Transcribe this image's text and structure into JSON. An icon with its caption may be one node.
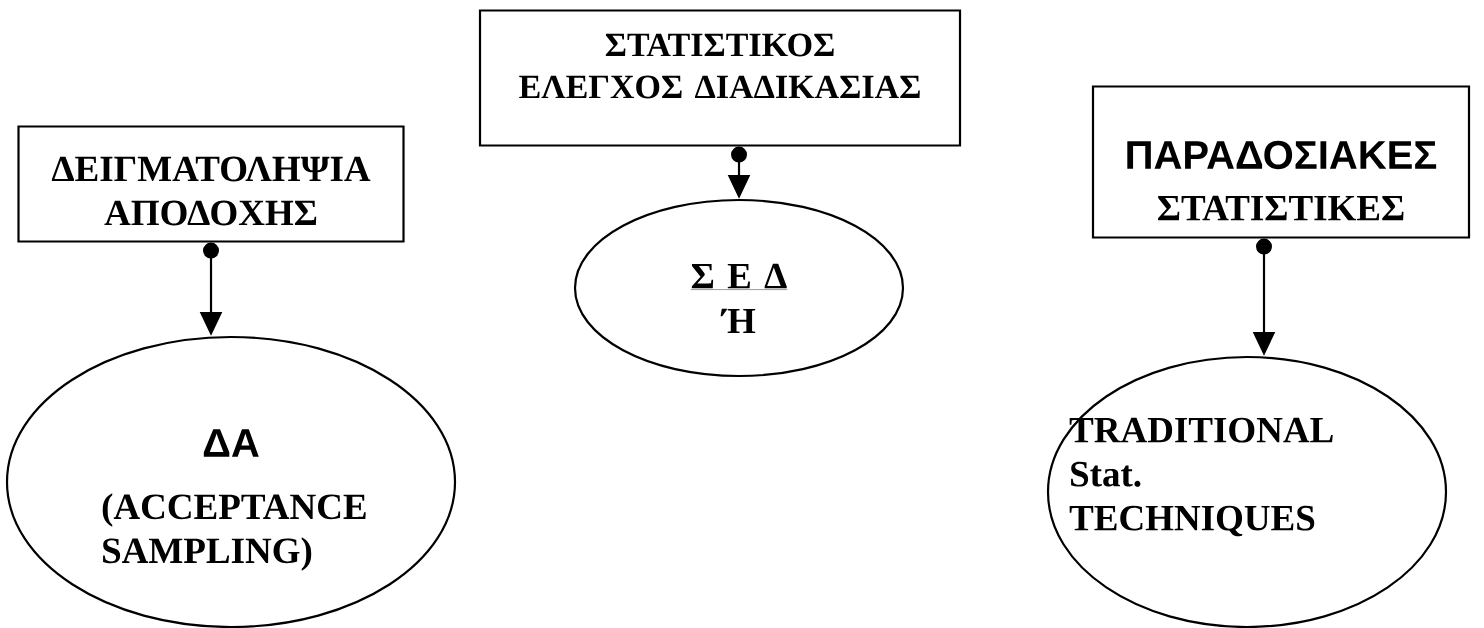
{
  "diagram": {
    "nodes": [
      {
        "text": [
          "ΔΕΙΓΜΑΤΟΛΗΨΙΑ ΑΠΟΔΟΧΗΣ"
        ]
      },
      {
        "text": [
          "ΔΑ",
          "(ACCEPTANCE SAMPLING)"
        ]
      },
      {
        "text": [
          "ΣΤΑΤΙΣΤΙΚΟΣ ΕΛΕΓΧΟΣ ΔΙΑΔΙΚΑΣΙΑΣ"
        ]
      },
      {
        "text": [
          "Σ Ε Δ",
          "Ή"
        ]
      },
      {
        "text": [
          "ΠΑΡΑΔΟΣΙΑΚΕΣ",
          "ΣΤΑΤΙΣΤΙΚΕΣ"
        ]
      },
      {
        "text": [
          "TRADITIONAL Stat. TECHNIQUES"
        ]
      }
    ],
    "edges": [
      {
        "from": 0,
        "to": 1,
        "arrow": "to"
      },
      {
        "from": 2,
        "to": 3,
        "arrow": "to"
      },
      {
        "from": 4,
        "to": 5,
        "arrow": "to"
      }
    ]
  }
}
